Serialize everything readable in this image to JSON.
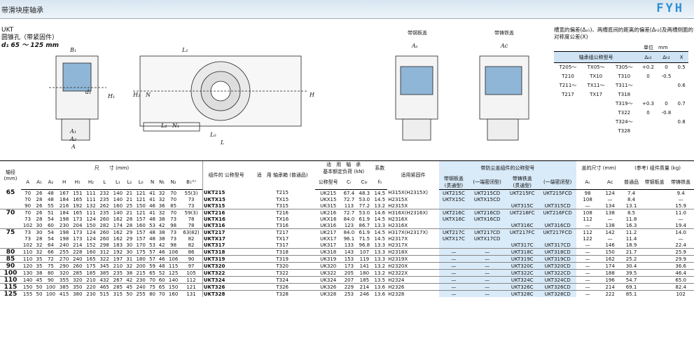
{
  "header": {
    "title": "带滑块座轴承",
    "logo": "FYH"
  },
  "series": {
    "code": "UKT",
    "desc": "圆锥孔（带紧固件）",
    "range": "d₁ 65 ～ 125 mm"
  },
  "diagram_labels": {
    "b1": "B₁",
    "l1": "L₁",
    "h1": "H₁",
    "h2": "H₂",
    "h": "H",
    "n": "N",
    "d1": "d₁",
    "a1": "A₁",
    "a2": "A₂",
    "a": "A",
    "l2": "L₂",
    "n1": "N₁",
    "lo": "L₀",
    "l": "L",
    "as": "Aₛ",
    "ac": "Aᴄ"
  },
  "captions": {
    "steel_cover": "带钢板盖",
    "cast_cover": "带铸铁盖"
  },
  "tolerance": {
    "note": "槽宽的偏差(Δₐ₁)、两槽底间的距离的偏差(Δₕ₂)及两槽侧面的对称度公差(X)",
    "unit": "单位　mm",
    "headers": [
      "轴承组公称型号",
      "Δₐ₁",
      "Δₕ₂",
      "X"
    ],
    "rows": [
      {
        "a": "T205～",
        "b": "TX05～",
        "c": "T305～",
        "d": "+0.2",
        "e": "0",
        "x": "0.5"
      },
      {
        "a": "T210",
        "b": "TX10",
        "c": "T310",
        "d": "0",
        "e": "-0.5",
        "x": ""
      },
      {
        "a": "T211～",
        "b": "TX11～",
        "c": "T311～",
        "d": "",
        "e": "",
        "x": "0.6"
      },
      {
        "a": "T217",
        "b": "TX17",
        "c": "T318",
        "d": "",
        "e": "",
        "x": ""
      },
      {
        "a": "",
        "b": "",
        "c": "T319～",
        "d": "+0.3",
        "e": "0",
        "x": "0.7"
      },
      {
        "a": "",
        "b": "",
        "c": "T322",
        "d": "0",
        "e": "-0.8",
        "x": ""
      },
      {
        "a": "",
        "b": "",
        "c": "T324～",
        "d": "",
        "e": "",
        "x": "0.8"
      },
      {
        "a": "",
        "b": "",
        "c": "T328",
        "d": "",
        "e": "",
        "x": ""
      }
    ]
  },
  "table": {
    "h": {
      "shaft": "轴径 (mm)",
      "dims": "尺　　寸",
      "mm": "(mm)",
      "unit_no": "组件的 公称型号",
      "housing": "适　用 轴承箱 (普通品)",
      "bearing": "适　用　轴　承",
      "rating": "基本额定负荷 (kN)",
      "f0": "系数",
      "sleeve": "适用紧固件",
      "cover": "带防尘盖组件的公称型号",
      "steel": "带钢板盖",
      "cast": "带铸铁盖",
      "open": "(贯通型)",
      "closed": "(一端密闭型)",
      "capdim": "盖的尺寸 (mm)",
      "mass": "(参考) 组件质量 (kg)",
      "ordinary": "普通品",
      "steel_c": "带钢板盖",
      "cast_c": "带铸铁盖",
      "model": "公称型号"
    },
    "cols": [
      "d₁",
      "A",
      "A₁",
      "A₂",
      "H",
      "H₁",
      "H₂",
      "L",
      "L₁",
      "L₂",
      "L₀",
      "N",
      "N₁",
      "N₂",
      "B₁⁽¹⁾",
      "",
      "",
      "",
      "Cᵣ",
      "C₀ᵣ",
      "f₀",
      "",
      "",
      "",
      "",
      "",
      "Aₛ",
      "Aᴄ",
      "普通品",
      "带钢板盖",
      "带铸铁盖"
    ],
    "rows": [
      {
        "d": "65",
        "v": [
          "70",
          "26",
          "48",
          "167",
          "151",
          "111",
          "232",
          "140",
          "21",
          "121",
          "41",
          "32",
          "70",
          "55(3)"
        ],
        "u": "UKT215",
        "h": "T215",
        "b": "UK215",
        "cr": "67.4",
        "c0": "48.3",
        "f": "14.5",
        "s": "H315X(H2315X)",
        "sc": "UKT215C",
        "scd": "UKT215CD",
        "fc": "UKT215FC",
        "fcd": "UKT215FCD",
        "as": "98",
        "ac": "124",
        "m": "7.4",
        "ms": "",
        "mc": "9.4"
      },
      {
        "d": "",
        "v": [
          "70",
          "28",
          "48",
          "184",
          "165",
          "111",
          "235",
          "140",
          "21",
          "121",
          "41",
          "32",
          "70",
          "73"
        ],
        "u": "UKTX15",
        "h": "TX15",
        "b": "UKX15",
        "cr": "72.7",
        "c0": "53.0",
        "f": "14.5",
        "s": "H2315X",
        "sc": "UKTX15C",
        "scd": "UKTX15CD",
        "fc": "",
        "fcd": "",
        "as": "108",
        "ac": "—",
        "m": "8.4",
        "ms": "",
        "mc": "—"
      },
      {
        "d": "",
        "v": [
          "90",
          "26",
          "55",
          "216",
          "192",
          "132",
          "262",
          "160",
          "25",
          "150",
          "46",
          "36",
          "85",
          "73"
        ],
        "u": "UKT315",
        "h": "T315",
        "b": "UK315",
        "cr": "113",
        "c0": "77.2",
        "f": "13.2",
        "s": "H2315X",
        "sc": "",
        "scd": "",
        "fc": "UKT315C",
        "fcd": "UKT315CD",
        "as": "—",
        "ac": "134",
        "m": "13.1",
        "ms": "",
        "mc": "15.9"
      },
      {
        "d": "70",
        "v": [
          "70",
          "26",
          "51",
          "184",
          "165",
          "111",
          "235",
          "140",
          "21",
          "121",
          "41",
          "32",
          "70",
          "59(3)"
        ],
        "u": "UKT216",
        "h": "T216",
        "b": "UK216",
        "cr": "72.7",
        "c0": "53.0",
        "f": "14.6",
        "s": "H316X(H2316X)",
        "sc": "UKT216C",
        "scd": "UKT216CD",
        "fc": "UKT216FC",
        "fcd": "UKT216FCD",
        "as": "108",
        "ac": "138",
        "m": "8.5",
        "ms": "",
        "mc": "11.0"
      },
      {
        "d": "",
        "v": [
          "73",
          "28",
          "54",
          "198",
          "173",
          "124",
          "260",
          "162",
          "28",
          "157",
          "48",
          "38",
          "73",
          "78"
        ],
        "u": "UKTX16",
        "h": "TX16",
        "b": "UKX16",
        "cr": "84.0",
        "c0": "61.9",
        "f": "14.5",
        "s": "H2316X",
        "sc": "UKTX16C",
        "scd": "UKTX16CD",
        "fc": "",
        "fcd": "",
        "as": "112",
        "ac": "—",
        "m": "11.8",
        "ms": "",
        "mc": "—"
      },
      {
        "d": "",
        "v": [
          "102",
          "30",
          "60",
          "230",
          "204",
          "150",
          "282",
          "174",
          "28",
          "160",
          "53",
          "42",
          "98",
          "78"
        ],
        "u": "UKT316",
        "h": "T316",
        "b": "UK316",
        "cr": "123",
        "c0": "86.7",
        "f": "13.3",
        "s": "H2316X",
        "sc": "",
        "scd": "",
        "fc": "UKT316C",
        "fcd": "UKT316CD",
        "as": "—",
        "ac": "138",
        "m": "16.3",
        "ms": "",
        "mc": "19.4"
      },
      {
        "d": "75",
        "v": [
          "73",
          "30",
          "54",
          "198",
          "173",
          "124",
          "260",
          "162",
          "29",
          "157",
          "48",
          "38",
          "73",
          "63(82)"
        ],
        "u": "UKT217",
        "h": "T217",
        "b": "UK217",
        "cr": "84.0",
        "c0": "61.9",
        "f": "14.5",
        "s": "H317X(H2317X)",
        "sc": "UKT217C",
        "scd": "UKT217CD",
        "fc": "UKT217FC",
        "fcd": "UKT217FCD",
        "as": "112",
        "ac": "142",
        "m": "11.2",
        "ms": "",
        "mc": "14.0"
      },
      {
        "d": "",
        "v": [
          "73",
          "28",
          "54",
          "198",
          "173",
          "124",
          "260",
          "162",
          "29",
          "157",
          "48",
          "38",
          "73",
          "82"
        ],
        "u": "UKTX17",
        "h": "TX17",
        "b": "UKX17",
        "cr": "96.1",
        "c0": "71.5",
        "f": "14.5",
        "s": "H2317X",
        "sc": "UKTX17C",
        "scd": "UKTX17CD",
        "fc": "",
        "fcd": "",
        "as": "122",
        "ac": "—",
        "m": "11.4",
        "ms": "",
        "mc": "—"
      },
      {
        "d": "",
        "v": [
          "102",
          "32",
          "64",
          "240",
          "214",
          "152",
          "298",
          "183",
          "30",
          "170",
          "53",
          "42",
          "98",
          "82"
        ],
        "u": "UKT317",
        "h": "T317",
        "b": "UK317",
        "cr": "133",
        "c0": "96.8",
        "f": "13.3",
        "s": "H2317X",
        "sc": "",
        "scd": "",
        "fc": "UKT317C",
        "fcd": "UKT317CD",
        "as": "—",
        "ac": "146",
        "m": "18.9",
        "ms": "",
        "mc": "22.4"
      },
      {
        "d": "80",
        "v": [
          "110",
          "32",
          "66",
          "255",
          "228",
          "160",
          "312",
          "192",
          "30",
          "175",
          "57",
          "46",
          "106",
          "86"
        ],
        "u": "UKT318",
        "h": "T318",
        "b": "UK318",
        "cr": "143",
        "c0": "107",
        "f": "13.3",
        "s": "H2318X",
        "sc": "—",
        "scd": "—",
        "fc": "UKT318C",
        "fcd": "UKT318CD",
        "as": "—",
        "ac": "150",
        "m": "21.7",
        "ms": "",
        "mc": "25.9"
      },
      {
        "d": "85",
        "v": [
          "110",
          "35",
          "72",
          "270",
          "240",
          "165",
          "322",
          "197",
          "31",
          "180",
          "57",
          "46",
          "106",
          "90"
        ],
        "u": "UKT319",
        "h": "T319",
        "b": "UK319",
        "cr": "153",
        "c0": "119",
        "f": "13.3",
        "s": "H2319X",
        "sc": "—",
        "scd": "—",
        "fc": "UKT319C",
        "fcd": "UKT319CD",
        "as": "—",
        "ac": "162",
        "m": "25.2",
        "ms": "",
        "mc": "29.9"
      },
      {
        "d": "90",
        "v": [
          "120",
          "35",
          "75",
          "290",
          "260",
          "175",
          "345",
          "210",
          "32",
          "200",
          "59",
          "48",
          "115",
          "97"
        ],
        "u": "UKT320",
        "h": "T320",
        "b": "UK320",
        "cr": "173",
        "c0": "141",
        "f": "13.2",
        "s": "H2320X",
        "sc": "—",
        "scd": "—",
        "fc": "UKT320C",
        "fcd": "UKT320CD",
        "as": "—",
        "ac": "174",
        "m": "30.4",
        "ms": "",
        "mc": "36.6"
      },
      {
        "d": "100",
        "v": [
          "130",
          "38",
          "80",
          "320",
          "285",
          "185",
          "385",
          "235",
          "38",
          "215",
          "65",
          "52",
          "125",
          "105"
        ],
        "u": "UKT322",
        "h": "T322",
        "b": "UK322",
        "cr": "205",
        "c0": "180",
        "f": "13.2",
        "s": "H2322X",
        "sc": "—",
        "scd": "—",
        "fc": "UKT322C",
        "fcd": "UKT322CD",
        "as": "—",
        "ac": "188",
        "m": "39.5",
        "ms": "",
        "mc": "46.4"
      },
      {
        "d": "110",
        "v": [
          "140",
          "45",
          "90",
          "355",
          "320",
          "210",
          "432",
          "267",
          "42",
          "230",
          "70",
          "60",
          "140",
          "112"
        ],
        "u": "UKT324",
        "h": "T324",
        "b": "UK324",
        "cr": "207",
        "c0": "185",
        "f": "13.5",
        "s": "H2324",
        "sc": "—",
        "scd": "—",
        "fc": "UKT324C",
        "fcd": "UKT324CD",
        "as": "—",
        "ac": "196",
        "m": "54.7",
        "ms": "",
        "mc": "65.0"
      },
      {
        "d": "115",
        "v": [
          "150",
          "50",
          "100",
          "385",
          "350",
          "220",
          "465",
          "285",
          "45",
          "240",
          "75",
          "65",
          "150",
          "121"
        ],
        "u": "UKT326",
        "h": "T326",
        "b": "UK326",
        "cr": "229",
        "c0": "214",
        "f": "13.6",
        "s": "H2326",
        "sc": "—",
        "scd": "—",
        "fc": "UKT326C",
        "fcd": "UKT326CD",
        "as": "—",
        "ac": "214",
        "m": "69.1",
        "ms": "",
        "mc": "82.4"
      },
      {
        "d": "125",
        "v": [
          "155",
          "50",
          "100",
          "415",
          "380",
          "230",
          "515",
          "315",
          "50",
          "255",
          "80",
          "70",
          "160",
          "131"
        ],
        "u": "UKT328",
        "h": "T328",
        "b": "UK328",
        "cr": "253",
        "c0": "246",
        "f": "13.6",
        "s": "H2328",
        "sc": "—",
        "scd": "—",
        "fc": "UKT328C",
        "fcd": "UKT328CD",
        "as": "—",
        "ac": "222",
        "m": "85.1",
        "ms": "",
        "mc": "102"
      }
    ]
  }
}
